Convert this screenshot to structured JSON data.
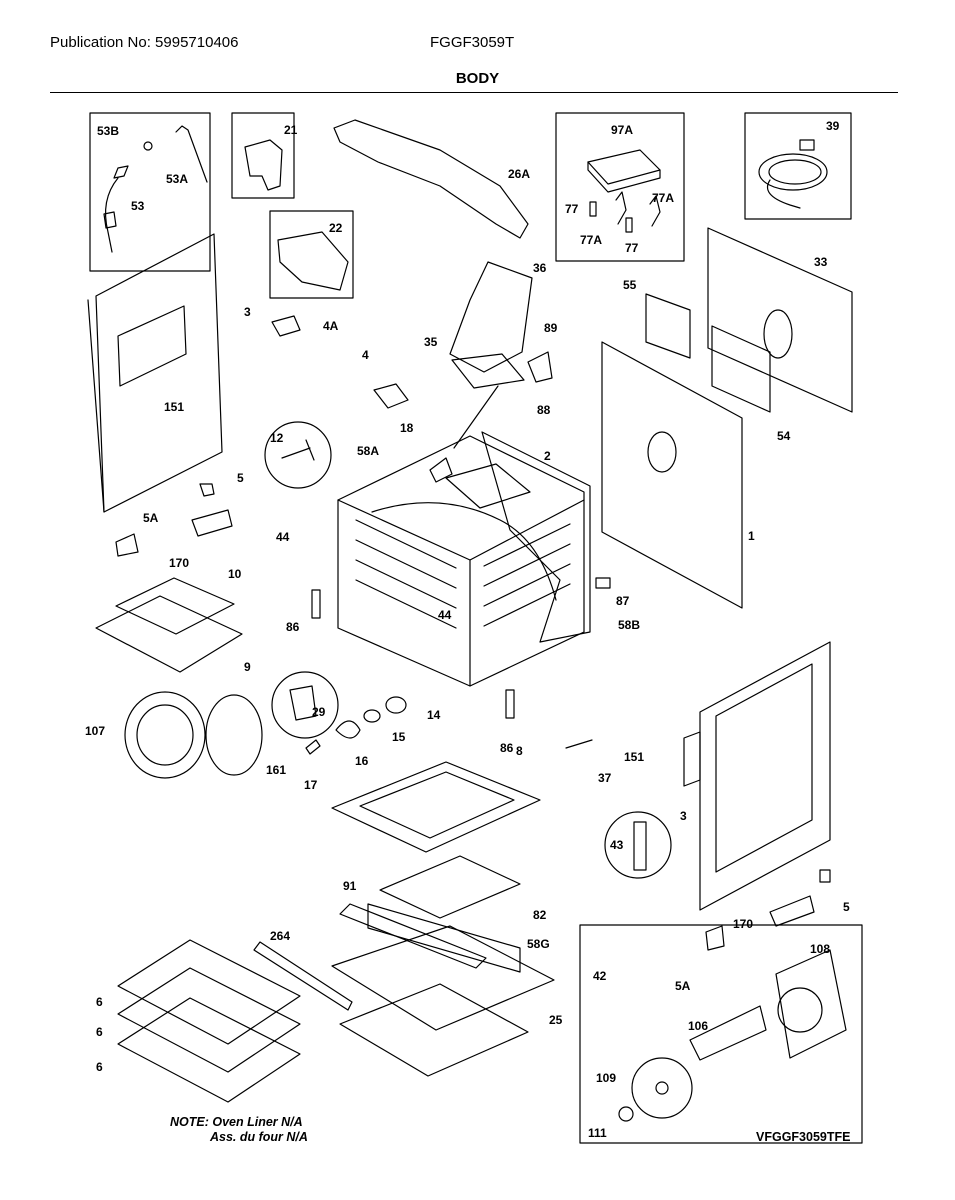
{
  "header": {
    "publication": "Publication No: 5995710406",
    "model": "FGGF3059T",
    "section_title": "BODY"
  },
  "labels": {
    "p53B": "53B",
    "p53A": "53A",
    "p53": "53",
    "p21": "21",
    "p26A": "26A",
    "p22": "22",
    "p97A": "97A",
    "p77a": "77",
    "p77Aa": "77A",
    "p77Ab": "77A",
    "p77b": "77",
    "p39": "39",
    "p33": "33",
    "p3a": "3",
    "p4A": "4A",
    "p36": "36",
    "p55": "55",
    "p89": "89",
    "p35": "35",
    "p151a": "151",
    "p4": "4",
    "p88": "88",
    "p54": "54",
    "p12": "12",
    "p18": "18",
    "p58A": "58A",
    "p2": "2",
    "p5a": "5",
    "p5Aa": "5A",
    "p44a": "44",
    "p1": "1",
    "p170a": "170",
    "p10": "10",
    "p87": "87",
    "p86a": "86",
    "p44b": "44",
    "p58B": "58B",
    "p9": "9",
    "p29": "29",
    "p14": "14",
    "p107": "107",
    "p15": "15",
    "p86b": "86",
    "p151b": "151",
    "p16": "16",
    "p161": "161",
    "p17": "17",
    "p37": "37",
    "p8": "8",
    "p3b": "3",
    "p43": "43",
    "p5b": "5",
    "p91": "91",
    "p82": "82",
    "p170b": "170",
    "p264": "264",
    "p58G": "58G",
    "p108": "108",
    "p42": "42",
    "p5Ab": "5A",
    "p6a": "6",
    "p25": "25",
    "p106": "106",
    "p6b": "6",
    "p6c": "6",
    "p109": "109",
    "p111": "111"
  },
  "footer": {
    "note_line1": "NOTE: Oven Liner N/A",
    "note_line2": "Ass. du four N/A",
    "figure_code": "VFGGF3059TFE"
  }
}
